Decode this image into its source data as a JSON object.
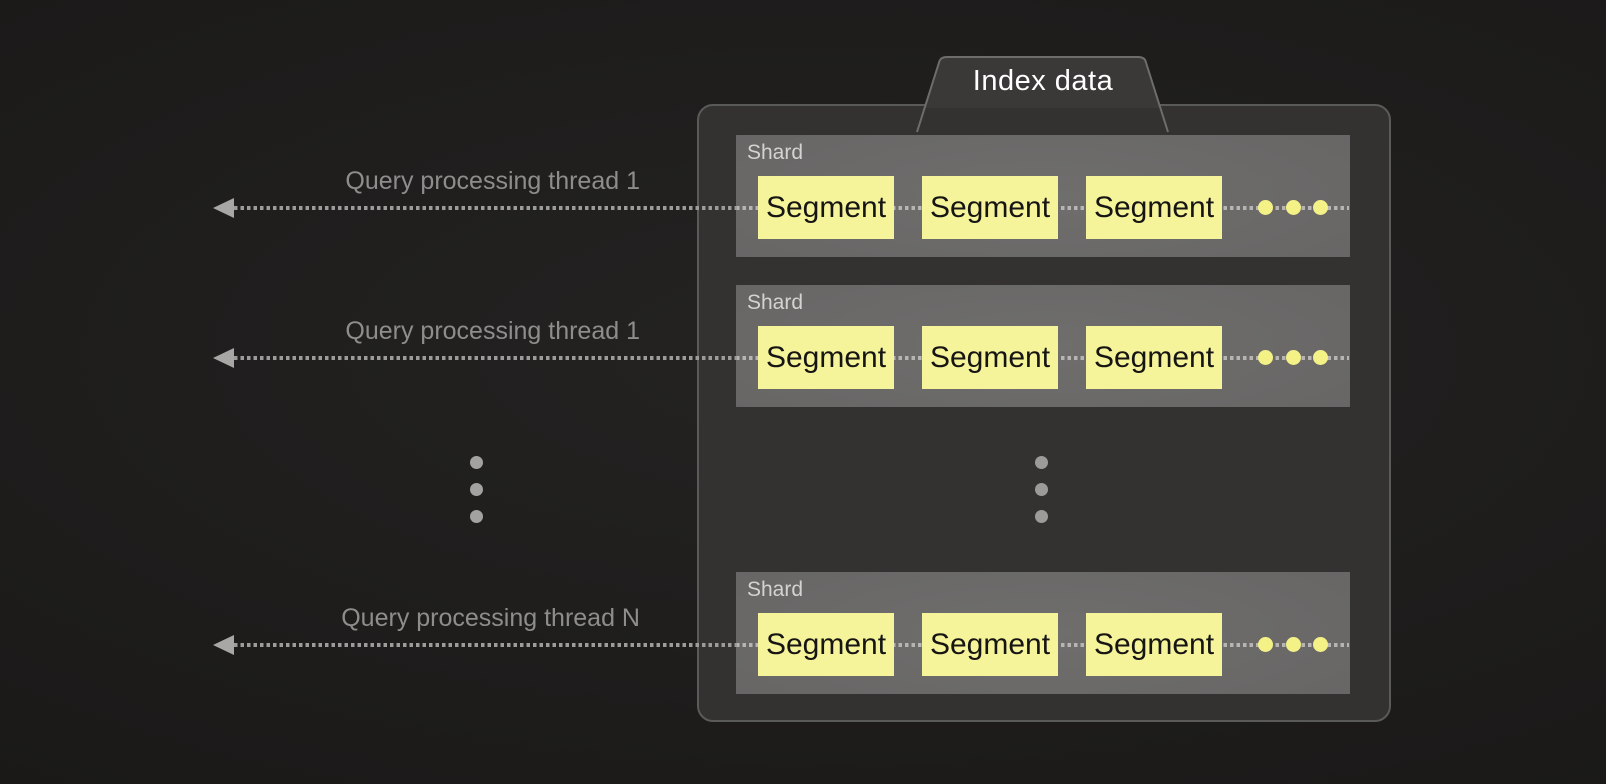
{
  "tab": {
    "label": "Index data"
  },
  "threads": [
    {
      "label": "Query processing thread 1"
    },
    {
      "label": "Query processing thread 1"
    },
    {
      "label": "Query processing thread N"
    }
  ],
  "shards": [
    {
      "label": "Shard",
      "segments": [
        {
          "label": "Segment"
        },
        {
          "label": "Segment"
        },
        {
          "label": "Segment"
        }
      ]
    },
    {
      "label": "Shard",
      "segments": [
        {
          "label": "Segment"
        },
        {
          "label": "Segment"
        },
        {
          "label": "Segment"
        }
      ]
    },
    {
      "label": "Shard",
      "segments": [
        {
          "label": "Segment"
        },
        {
          "label": "Segment"
        },
        {
          "label": "Segment"
        }
      ]
    }
  ],
  "colors": {
    "background": "#1c1b1a",
    "container_fill": "#333231",
    "container_border": "#5a5a58",
    "tab_fill": "#3a3938",
    "shard_gray": "#686766",
    "segment_yellow": "#f6f49a",
    "ellipsis_dot_yellow": "#f4f187",
    "dotted_line_gray": "#9d9c9b",
    "thread_label_gray": "#8e8d8c",
    "tab_text": "#ffffff"
  }
}
